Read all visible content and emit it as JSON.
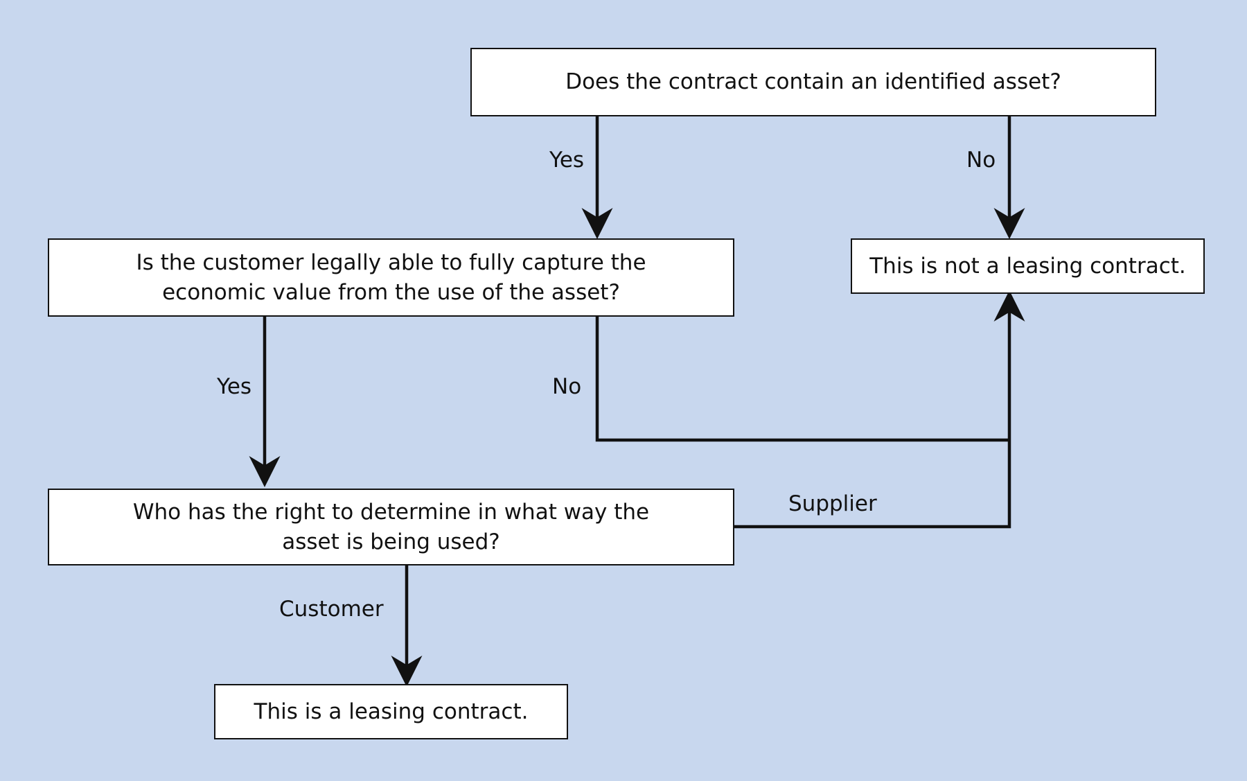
{
  "diagram": {
    "boxes": {
      "identified_asset": "Does the contract contain an identified asset?",
      "economic_value_line1": "Is the customer legally able to fully capture the",
      "economic_value_line2": "economic value from the use of the asset?",
      "not_leasing": "This is not a leasing contract.",
      "right_to_direct_line1": "Who has the right to determine in what way the",
      "right_to_direct_line2": "asset is being used?",
      "is_leasing": "This is a leasing contract."
    },
    "edge_labels": {
      "q1_yes": "Yes",
      "q1_no": "No",
      "q2_yes": "Yes",
      "q2_no": "No",
      "q3_supplier": "Supplier",
      "q3_customer": "Customer"
    },
    "colors": {
      "background": "#c8d7ee",
      "box_fill": "#ffffff",
      "line": "#111111"
    }
  }
}
